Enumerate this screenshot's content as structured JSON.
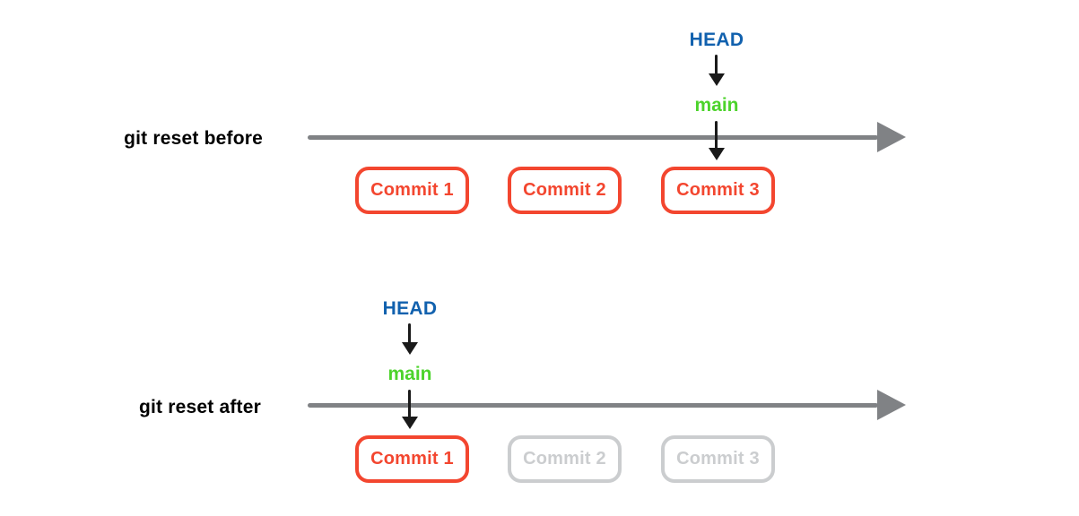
{
  "colors": {
    "head": "#1161AE",
    "branch": "#4CD32B",
    "commit_active": "#F3462F",
    "commit_inactive": "#CBCDCF",
    "timeline": "#808285",
    "arrow": "#1A1A1A",
    "label": "#000000"
  },
  "diagrams": [
    {
      "label": "git reset before",
      "head_label": "HEAD",
      "branch_label": "main",
      "pointer_target": "Commit 3",
      "commits": [
        {
          "label": "Commit 1",
          "active": true
        },
        {
          "label": "Commit 2",
          "active": true
        },
        {
          "label": "Commit 3",
          "active": true
        }
      ]
    },
    {
      "label": "git reset after",
      "head_label": "HEAD",
      "branch_label": "main",
      "pointer_target": "Commit 1",
      "commits": [
        {
          "label": "Commit 1",
          "active": true
        },
        {
          "label": "Commit 2",
          "active": false
        },
        {
          "label": "Commit 3",
          "active": false
        }
      ]
    }
  ]
}
